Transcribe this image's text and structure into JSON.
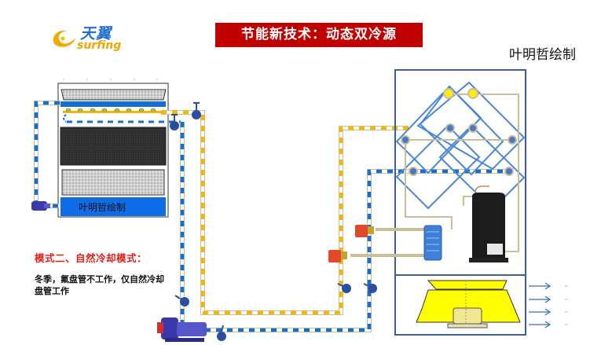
{
  "logo": {
    "name_cn": "天翼",
    "name_en": "surfing",
    "colors": {
      "primary": "#1f6fd6",
      "accent": "#f0a500"
    }
  },
  "header": {
    "title": "节能新技术：动态双冷源",
    "title_bg": "#c00000",
    "author": "叶明哲绘制"
  },
  "mode": {
    "title": "模式二、自然冷却模式：",
    "description": "冬季，氟盘管不工作，仅自然冷却盘管工作"
  },
  "cooling_tower": {
    "label": "叶明哲绘制"
  },
  "diagram": {
    "pipe_colors": {
      "supply": "#f5b800",
      "return": "#1470c8",
      "refrigerant": "#c8bf9a"
    },
    "unit_border": "#3a5f96",
    "fan_color": "#ffff00",
    "components": [
      "cooling-tower",
      "circulating-pump",
      "butterfly-valves",
      "motorized-valves",
      "fluorine-coil",
      "natural-cooling-coil",
      "plate-heat-exchanger",
      "compressor",
      "fan",
      "airflow-arrows"
    ]
  }
}
